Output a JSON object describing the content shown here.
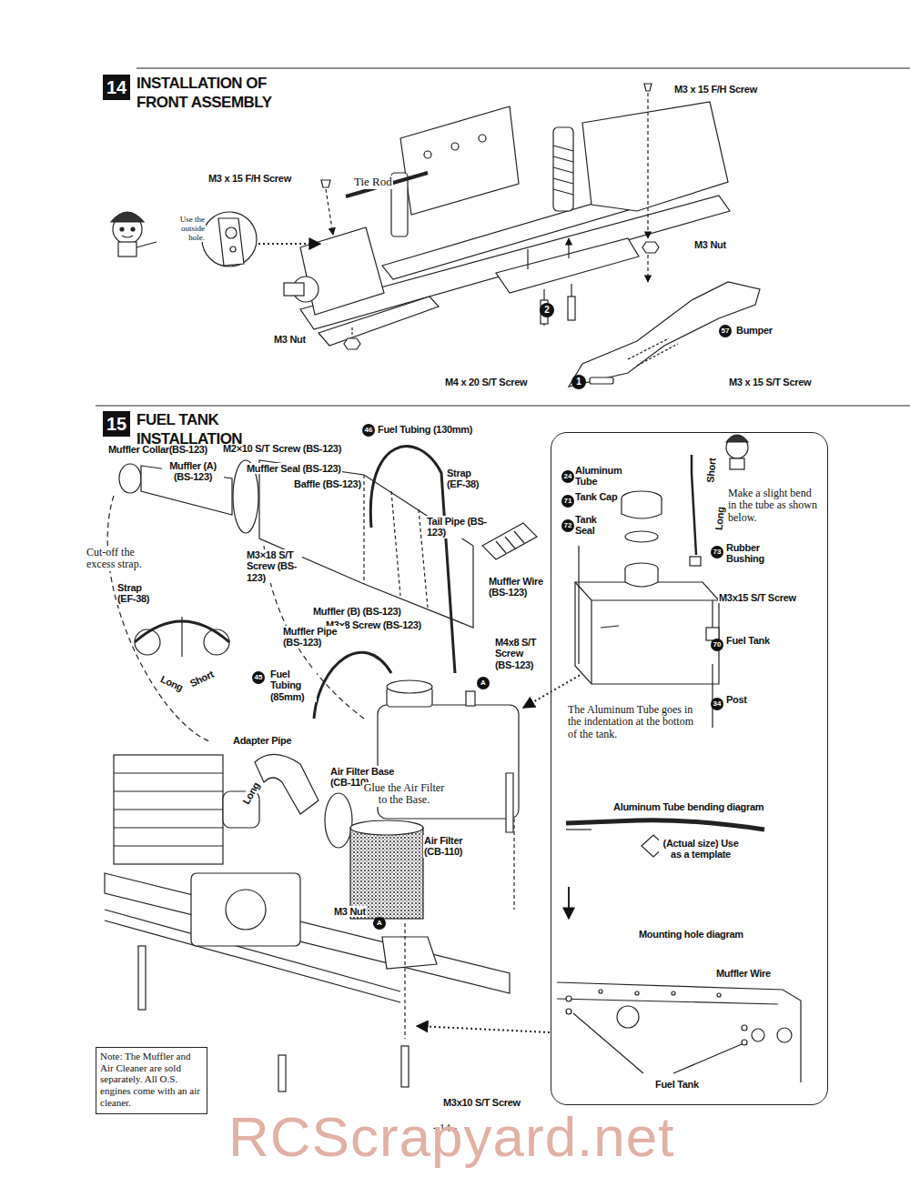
{
  "diagram": {
    "nodes": [
      {
        "text": [
          "14",
          "INSTALLATION OF FRONT ASSEMBLY"
        ]
      },
      {
        "text": [
          "15",
          "FUEL TANK INSTALLATION"
        ]
      },
      {
        "text": [
          "24",
          "Aluminum Tube",
          "71",
          "Tank Cap",
          "72",
          "Tank Seal",
          "Short",
          "Long",
          "Make a slight bend in the tube as shown below.",
          "73",
          "Rubber Bushing",
          "M3x15 S/T Screw",
          "70",
          "Fuel Tank",
          "34",
          "Post",
          "The Aluminum Tube goes in the indentation at the bottom of the tank.",
          "Aluminum Tube bending diagram",
          "(Actual size) Use as a template",
          "Mounting hole diagram",
          "Muffler Wire",
          "Fuel Tank"
        ]
      },
      {
        "text": [
          "Note: The Muffler and Air Cleaner are sold separately. All O.S. engines come with an air cleaner."
        ]
      }
    ],
    "labels": [
      "M3 x 15 F/H Screw",
      "M3 x 15 F/H Screw",
      "Tie Rod",
      "Use the outside hole.",
      "M3 Nut",
      "M3 Nut",
      "2",
      "M4 x 20 S/T Screw",
      "57",
      "Bumper",
      "1",
      "M3 x 15 S/T Screw",
      "46",
      "Fuel Tubing (130mm)",
      "Muffler Collar(BS-123)",
      "M2×10 S/T Screw (BS-123)",
      "Muffler (A) (BS-123)",
      "Muffler Seal (BS-123)",
      "Baffle (BS-123)",
      "Strap (EF-38)",
      "Tail Pipe (BS-123)",
      "Cut-off the excess strap.",
      "Strap (EF-38)",
      "M3×18 S/T Screw (BS-123)",
      "Muffler (B) (BS-123)",
      "M3x8 Screw (BS-123)",
      "Muffler Wire (BS-123)",
      "Muffler Pipe (BS-123)",
      "M4x8 S/T Screw (BS-123)",
      "A",
      "45",
      "Fuel Tubing (85mm)",
      "Long",
      "Short",
      "Adapter Pipe",
      "Long",
      "Air Filter Base (CB-110)",
      "Glue the Air Filter to the Base.",
      "Air Filter (CB-110)",
      "M3 Nut",
      "A",
      "M3x10 S/T Screw",
      "- 14 -",
      "RCScrapyard.net"
    ]
  }
}
